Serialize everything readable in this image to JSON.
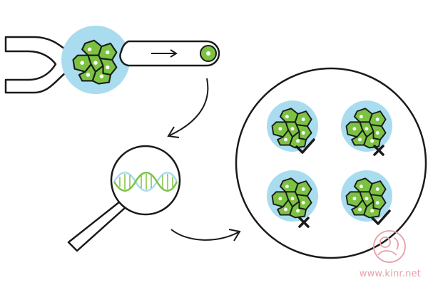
{
  "diagram": {
    "colors": {
      "outline": "#1a1a1a",
      "cell_fill": "#7cc242",
      "cell_stroke": "#1a1a1a",
      "nucleus": "#ffffff",
      "halo": "#a9dcef",
      "dna_green": "#7cc242",
      "dna_blue": "#a9dcef",
      "watermark": "#e8a0a8"
    },
    "embryos": [
      {
        "result": "pass",
        "icon": "check-icon"
      },
      {
        "result": "fail",
        "icon": "x-icon"
      },
      {
        "result": "fail",
        "icon": "x-icon"
      },
      {
        "result": "pass",
        "icon": "check-icon"
      }
    ]
  },
  "watermark": {
    "text": "www.kinr.net"
  }
}
